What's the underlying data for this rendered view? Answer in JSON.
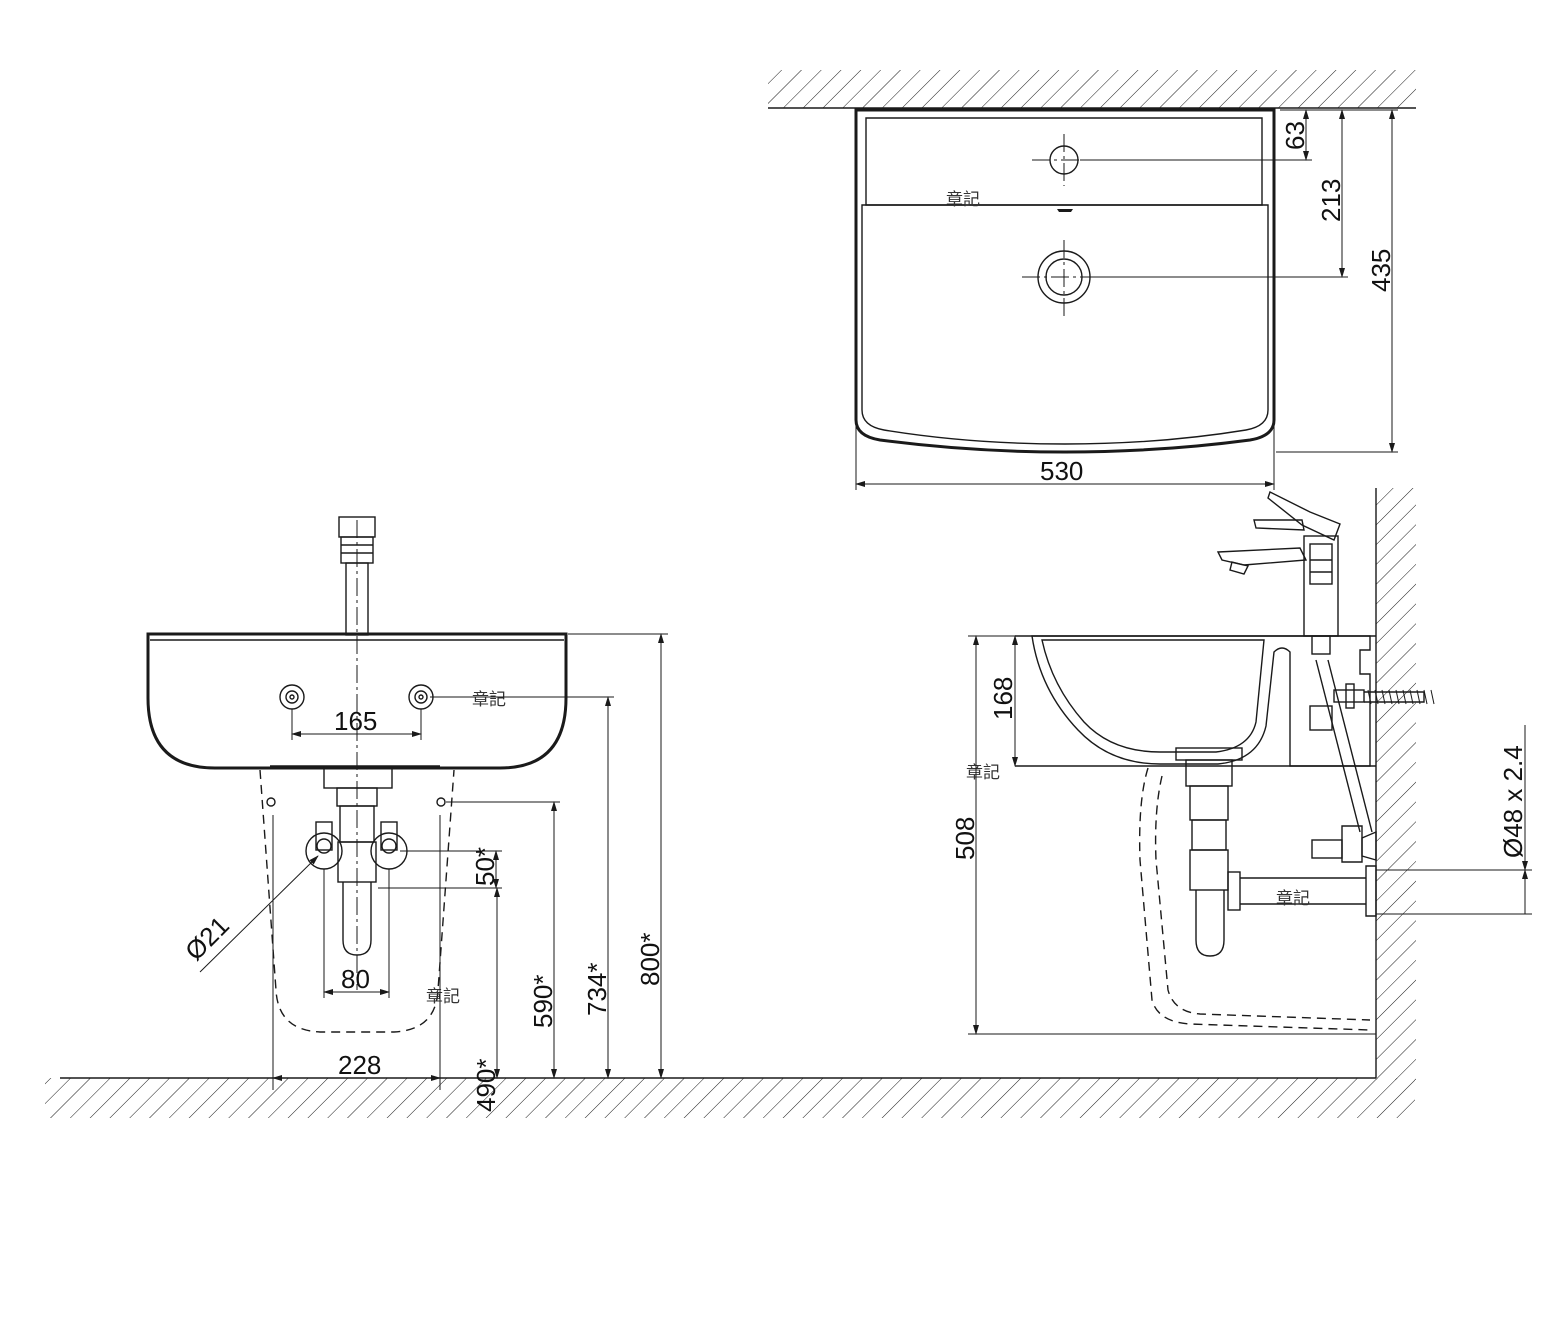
{
  "plan_view": {
    "dims": {
      "top_to_tap": "63",
      "top_to_drain": "213",
      "depth": "435",
      "width": "530"
    },
    "mark": "章記"
  },
  "front_view": {
    "dims": {
      "mount_spacing": "165",
      "hose_dia": "Ø21",
      "valve_height": "50*",
      "valve_spacing": "80",
      "pedestal_width": "228",
      "waste_height": "490*",
      "mount_height": "590*",
      "bolt_height": "734*",
      "rim_height": "800*"
    },
    "marks": [
      "章記",
      "章記"
    ]
  },
  "side_view": {
    "dims": {
      "bowl_depth": "168",
      "pedestal_height": "508",
      "waste_pipe": "Ø48 x 2.4"
    },
    "marks": [
      "章記",
      "章記"
    ]
  }
}
